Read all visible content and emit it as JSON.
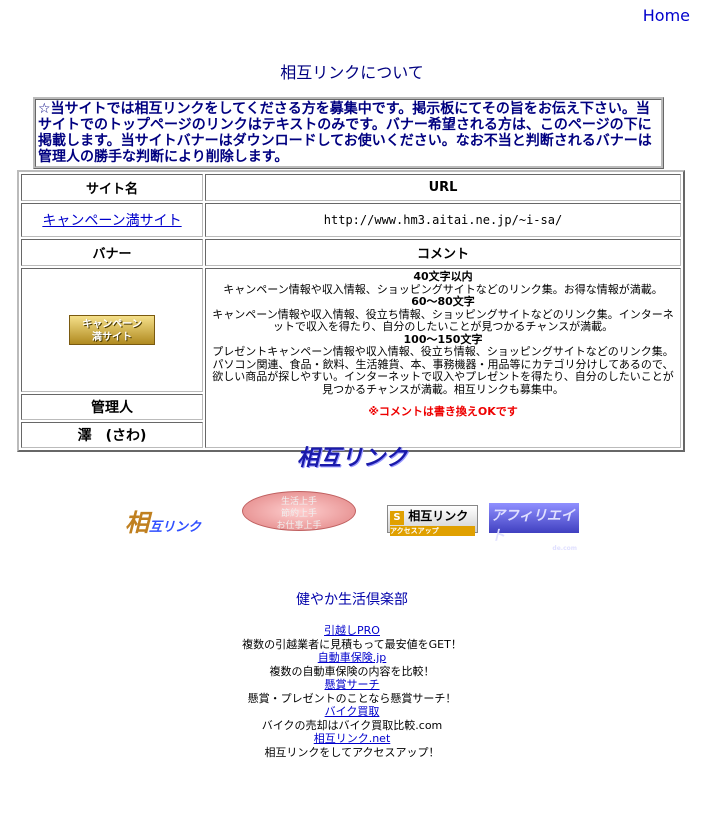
{
  "nav": {
    "home": "Home"
  },
  "page_title": "相互リンクについて",
  "notice": "☆当サイトでは相互リンクをしてくださる方を募集中です。掲示板にてその旨をお伝え下さい。当サイトでのトップページのリンクはテキストのみです。バナー希望される方は、このページの下に掲載します。当サイトバナーはダウンロードしてお使いください。なお不当と判断されるバナーは管理人の勝手な判断により削除します。",
  "table": {
    "site_name_label": "サイト名",
    "url_label": "URL",
    "site_name": "キャンペーン満サイト",
    "url": "http://www.hm3.aitai.ne.jp/~i-sa/",
    "banner_label": "バナー",
    "comment_label": "コメント",
    "banner_text_1": "キャンペーン",
    "banner_text_2": "満サイト",
    "admin_label": "管理人",
    "admin_name": "澤　(さわ)",
    "comments": {
      "h1": "40文字以内",
      "t1": "キャンペーン情報や収入情報、ショッピングサイトなどのリンク集。お得な情報が満載。",
      "h2": "60～80文字",
      "t2": "キャンペーン情報や収入情報、役立ち情報、ショッピングサイトなどのリンク集。インターネットで収入を得たり、自分のしたいことが見つかるチャンスが満載。",
      "h3": "100～150文字",
      "t3": "プレゼントキャンペーン情報や収入情報、役立ち情報、ショッピングサイトなどのリンク集。パソコン関連、食品・飲料、生活雑貨、本、事務機器・用品等にカテゴリ分けしてあるので、欲しい商品が探しやすい。インターネットで収入やプレゼントを得たり、自分のしたいことが見つかるチャンスが満載。相互リンクも募集中。",
      "note": "※コメントは書き換えOKです"
    }
  },
  "section_title": "相互リンク",
  "banners": {
    "b1_big": "相",
    "b1_text": "互リンク",
    "b2_line1": "生活上手",
    "b2_line2": "節約上手",
    "b2_line3": "お仕事上手",
    "b3_icon": "S",
    "b3_text": "相互リンク",
    "b3_sub": "アクセスアップ",
    "b4_text": "アフィリエイト",
    "b4_sub": "de.com"
  },
  "club_title": "健やか生活倶楽部",
  "links": [
    {
      "title": "引越しPRO",
      "desc": "複数の引越業者に見積もって最安値をGET！"
    },
    {
      "title": "自動車保険.jp",
      "desc": "複数の自動車保険の内容を比較！"
    },
    {
      "title": "懸賞サーチ",
      "desc": "懸賞・プレゼントのことなら懸賞サーチ！"
    },
    {
      "title": "バイク買取",
      "desc": "バイクの売却はバイク買取比較.com"
    },
    {
      "title": "相互リンク.net",
      "desc": "相互リンクをしてアクセスアップ！"
    }
  ]
}
